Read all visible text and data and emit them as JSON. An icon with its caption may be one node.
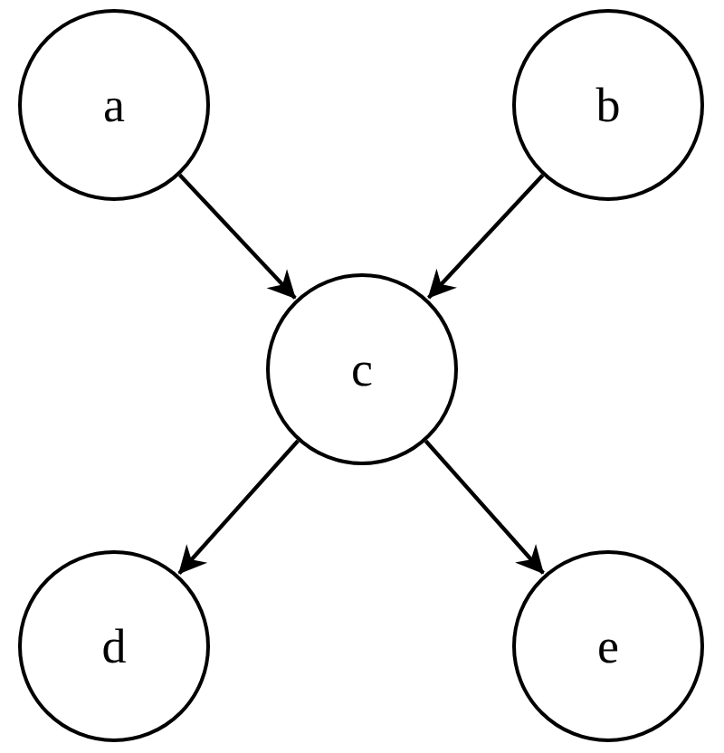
{
  "diagram": {
    "nodes": [
      {
        "text": [
          "a"
        ]
      },
      {
        "text": [
          "b"
        ]
      },
      {
        "text": [
          "c"
        ]
      },
      {
        "text": [
          "d"
        ]
      },
      {
        "text": [
          "e"
        ]
      }
    ],
    "edges": [
      {
        "from": 0,
        "to": 2,
        "arrow": "to"
      },
      {
        "from": 1,
        "to": 2,
        "arrow": "to"
      },
      {
        "from": 2,
        "to": 3,
        "arrow": "to"
      },
      {
        "from": 2,
        "to": 4,
        "arrow": "to"
      }
    ]
  }
}
